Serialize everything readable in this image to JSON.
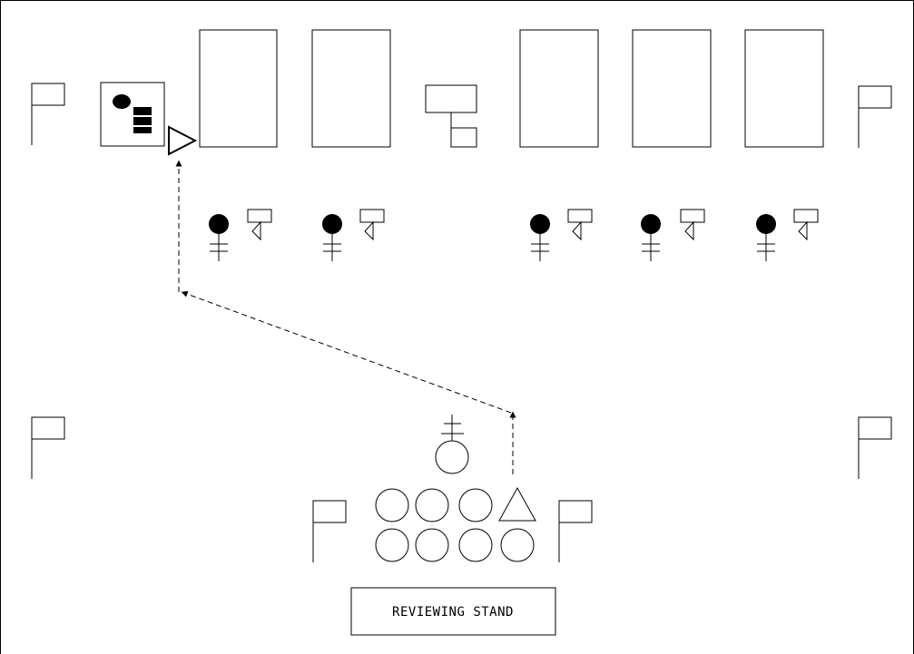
{
  "diagram": {
    "reviewing_stand_label": "REVIEWING STAND",
    "units": [
      {
        "id": "unit-1",
        "symbol": "platoon-box-icon"
      },
      {
        "id": "unit-2",
        "symbol": "platoon-box-icon"
      },
      {
        "id": "unit-3",
        "symbol": "platoon-box-icon"
      },
      {
        "id": "unit-4",
        "symbol": "platoon-box-icon"
      },
      {
        "id": "unit-5",
        "symbol": "platoon-box-icon"
      }
    ],
    "officers_with_guidons": 5,
    "staff_circles": 7,
    "flag_markers": 6,
    "colors": {
      "stroke": "#000000",
      "fill": "#000000",
      "background": "#ffffff"
    }
  }
}
